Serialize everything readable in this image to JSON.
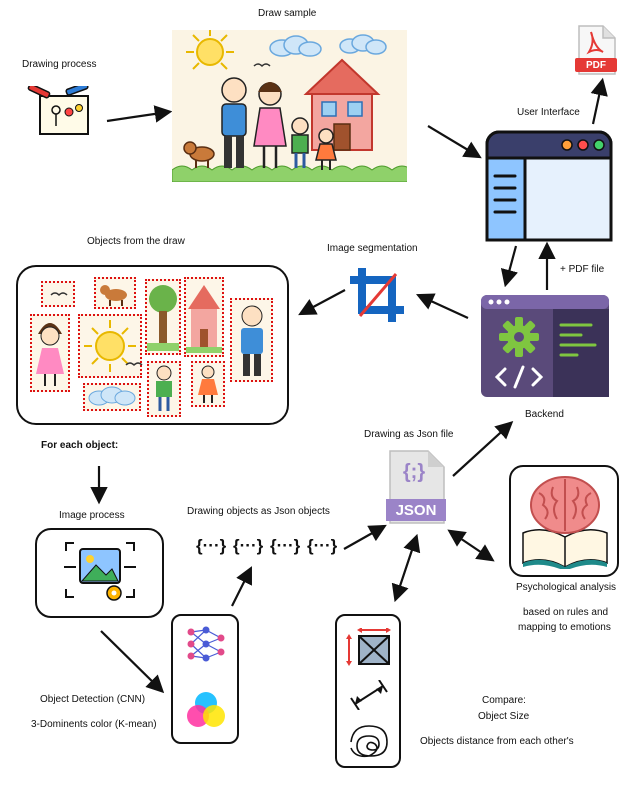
{
  "labels": {
    "draw_sample": "Draw sample",
    "drawing_process": "Drawing process",
    "user_interface": "User Interface",
    "plus_pdf": "+ PDF file",
    "pdf_badge": "PDF",
    "backend": "Backend",
    "objects_from_draw": "Objects from the draw",
    "image_segmentation": "Image segmentation",
    "for_each_object": "For each object:",
    "image_process": "Image process",
    "drawing_objects_json": "Drawing objects as Json objects",
    "json_placeholder": "{···}",
    "drawing_as_json": "Drawing as Json file",
    "json_badge": "JSON",
    "json_glyph": "{;}",
    "psych_analysis": "Psychological analysis",
    "psych_rules_1": "based on rules and",
    "psych_rules_2": "mapping to emotions",
    "object_detection": "Object Detection (CNN)",
    "dominant_color": "3-Dominents color (K-mean)",
    "compare": "Compare:",
    "object_size": "Object Size",
    "objects_distance": "Objects distance from each other's"
  },
  "icons": {
    "drawing_process": "drawing-board-icon",
    "ui": "window-icon",
    "pdf": "pdf-file-icon",
    "backend": "backend-gear-code-icon",
    "segmentation": "crop-icon",
    "json_file": "json-file-icon",
    "image_process": "image-process-icon",
    "neural_net": "neural-network-icon",
    "color_mix": "color-mix-icon",
    "size": "resize-icon",
    "distance": "distance-icon",
    "scribble": "scribble-icon",
    "brain": "brain-book-icon"
  },
  "colors": {
    "stroke": "#111111",
    "pdf_red": "#e53935",
    "json_purple": "#9b84c8",
    "crop_blue": "#1565c0",
    "dotted_red": "#dd1111",
    "backend_bg": "#5a4a7a"
  }
}
